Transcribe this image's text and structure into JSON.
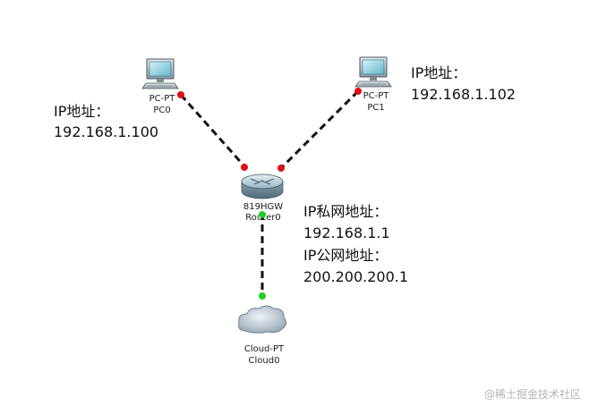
{
  "devices": {
    "pc0": {
      "model": "PC-PT",
      "name": "PC0"
    },
    "pc1": {
      "model": "PC-PT",
      "name": "PC1"
    },
    "router": {
      "model": "819HGW",
      "name": "Router0"
    },
    "cloud": {
      "model": "Cloud-PT",
      "name": "Cloud0"
    }
  },
  "annotations": {
    "pc0": {
      "label": "IP地址：",
      "value": "192.168.1.100"
    },
    "pc1": {
      "label": "IP地址：",
      "value": "192.168.1.102"
    },
    "router_private": {
      "label": "IP私网地址：",
      "value": "192.168.1.1"
    },
    "router_public": {
      "label": "IP公网地址：",
      "value": "200.200.200.1"
    }
  },
  "links": [
    {
      "from": "PC0",
      "to": "Router0",
      "status": "down"
    },
    {
      "from": "PC1",
      "to": "Router0",
      "status": "down"
    },
    {
      "from": "Router0",
      "to": "Cloud0",
      "status": "up"
    }
  ],
  "colors": {
    "link_up": "#22cc22",
    "link_down": "#dd1111",
    "cable": "#111111"
  },
  "watermark": "@稀土掘金技术社区"
}
